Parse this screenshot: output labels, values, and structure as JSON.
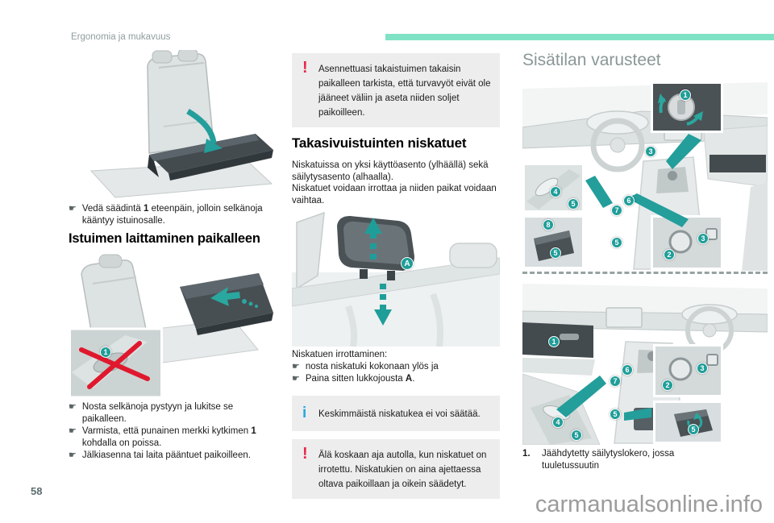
{
  "page": {
    "chapter": "Ergonomia ja mukavuus",
    "number": "58",
    "watermark": "carmanualsonline.info"
  },
  "icons": {
    "bullet": "☛",
    "warning": "!",
    "info": "i"
  },
  "colors": {
    "accent_teal": "#1f9e99",
    "mint_bar": "#7fe2c5",
    "warning_red": "#e8274b",
    "info_blue": "#2aa9e0",
    "note_bg": "#ededed"
  },
  "left": {
    "fold_step": {
      "s0": "Vedä säädintä ",
      "s1": "1",
      "s2": " eteenpäin, jolloin selkänoja kääntyy istuinosalle."
    },
    "heading": "Istuimen laittaminen paikalleen",
    "inset_callout": "1",
    "steps": [
      {
        "s0": "Nosta selkänoja pystyyn ja lukitse se paikalleen.",
        "s1": "",
        "s2": ""
      },
      {
        "s0": "Varmista, että punainen merkki kytkimen ",
        "s1": "1",
        "s2": " kohdalla on poissa."
      },
      {
        "s0": "Jälkiasenna tai laita pääntuet paikoilleen.",
        "s1": "",
        "s2": ""
      }
    ]
  },
  "middle": {
    "warning_top": "Asennettuasi takaistuimen takaisin paikalleen tarkista, että turvavyöt eivät ole jääneet väliin ja aseta niiden soljet paikoilleen.",
    "heading": "Takasivuistuinten niskatuet",
    "body_lines": [
      "Niskatuissa on yksi käyttöasento (ylhäällä) sekä säilytysasento (alhaalla).",
      "Niskatuet voidaan irrottaa ja niiden paikat voidaan vaihtaa."
    ],
    "badge_a": "A",
    "removal_title": "Niskatuen irrottaminen:",
    "removal_steps": [
      {
        "s0": "nosta niskatuki kokonaan ylös ja",
        "s1": "",
        "s2": ""
      },
      {
        "s0": "Paina sitten lukkojousta ",
        "s1": "A",
        "s2": "."
      }
    ],
    "info_note": "Keskimmäistä niskatukea ei voi säätää.",
    "warning_bottom": "Älä koskaan aja autolla, kun niskatuet on irrotettu. Niskatukien on aina ajettaessa oltava paikoillaan ja oikein säädetyt."
  },
  "right": {
    "heading": "Sisätilan varusteet",
    "d1": [
      "1",
      "3",
      "4",
      "5",
      "6",
      "7",
      "8",
      "5",
      "5",
      "2",
      "3"
    ],
    "d2": [
      "1",
      "6",
      "7",
      "3",
      "2",
      "5",
      "4",
      "5",
      "5"
    ],
    "caption": {
      "num": "1.",
      "text": "Jäähdytetty säilytyslokero, jossa tuuletussuutin"
    }
  }
}
